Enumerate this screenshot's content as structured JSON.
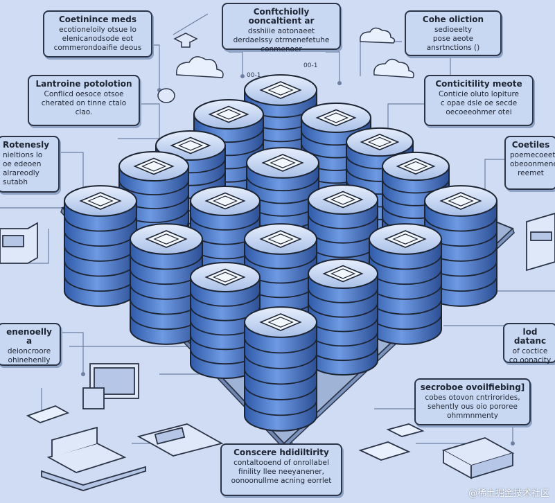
{
  "callouts": {
    "consistency_models": {
      "title": "Coetinince meds",
      "body": "ecotioneloily otsue lo\nelenicanodsode eot\ncommerondoaifie deous"
    },
    "consistency_challenges": {
      "title": "Conftchiolly ooncaltient ar",
      "body": "dsshiiie aotonaeet\nderdaelssy otrmenefetuhe\nconmenoer"
    },
    "cache_abstraction": {
      "title": "Cohe oliction",
      "body": "sedioeelty\npose aeote\nansrtnctions ()"
    },
    "load_prediction": {
      "title": "Lantroine potolotion",
      "body": "Conflicd oesoce otsoe\ncherated on tinne ctalo\nclao."
    },
    "consistency_models_right": {
      "title": "Conticitility meote",
      "body": "Conticie oluto lopiture\nc opae dsle oe secde\noecoeeohmer otei"
    },
    "reliability": {
      "title": "Rotenesly",
      "body": "nieltions lo\noe edeoen\nalrareodly\nsutabh"
    },
    "coetiles": {
      "title": "Coetiles",
      "body": "poemecoeet\nobeoonmene\nreemet"
    },
    "generally": {
      "title": "enenoelly a",
      "body": "deioncroore\nohinehenlly"
    },
    "load_balance": {
      "title": "lod datanc",
      "body": "of coctice\nco oonacity"
    },
    "service_availability": {
      "title": "secroboe ovoilfiebing]",
      "body": "cobes otovon cntrirorides,\nsehently ous oio pororee\nohmmnmenty"
    },
    "consensus_reliability": {
      "title": "Conscere hdidiltirity",
      "body": "contaltooend of onrollabel\nfinility llee neeyanener,\noonoonullme acning eorrlet"
    }
  },
  "marks": {
    "m1": "00-1",
    "m2": "00-1"
  },
  "watermark": "@稀土掘金技术社区",
  "colors": {
    "background": "#cfdcf3",
    "cylinder": "#4f7fd1",
    "cylinder_dark": "#2c4f95",
    "outline": "#1d2432",
    "panel": "#c9d8f2"
  }
}
